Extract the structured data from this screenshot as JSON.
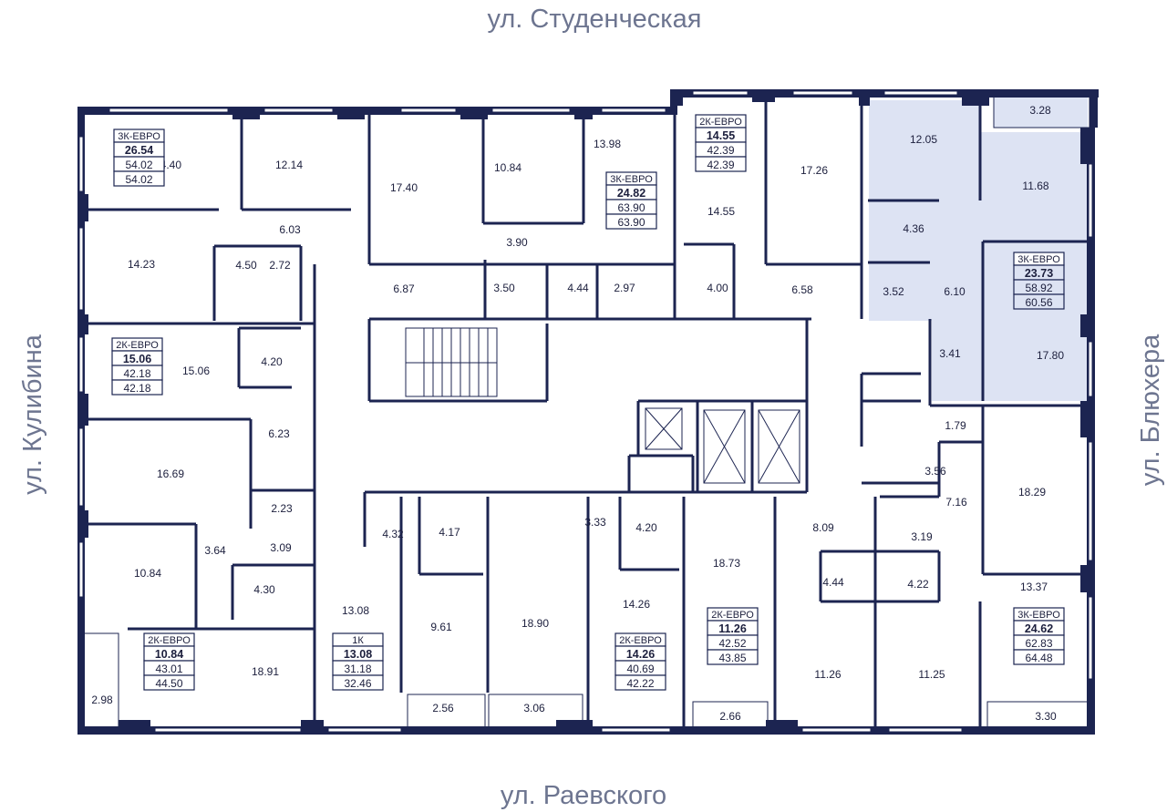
{
  "streets": {
    "top": "ул. Студенческая",
    "bottom": "ул. Раевского",
    "left": "ул. Кулибина",
    "right": "ул. Блюхера"
  },
  "colors": {
    "wall": "#1c2451",
    "highlight": "#dde3f3",
    "street_text": "#6d7590"
  },
  "apartments": [
    {
      "type": "3К-ЕВРО",
      "living": "26.54",
      "total": "54.02",
      "total2": "54.02",
      "highlighted": false
    },
    {
      "type": "2К-ЕВРО",
      "living": "15.06",
      "total": "42.18",
      "total2": "42.18",
      "highlighted": false
    },
    {
      "type": "2К-ЕВРО",
      "living": "10.84",
      "total": "43.01",
      "total2": "44.50",
      "highlighted": false
    },
    {
      "type": "1К",
      "living": "13.08",
      "total": "31.18",
      "total2": "32.46",
      "highlighted": false
    },
    {
      "type": "2К-ЕВРО",
      "living": "14.26",
      "total": "40.69",
      "total2": "42.22",
      "highlighted": false
    },
    {
      "type": "2К-ЕВРО",
      "living": "11.26",
      "total": "42.52",
      "total2": "43.85",
      "highlighted": false
    },
    {
      "type": "3К-ЕВРО",
      "living": "24.62",
      "total": "62.83",
      "total2": "64.48",
      "highlighted": false
    },
    {
      "type": "3К-ЕВРО",
      "living": "24.82",
      "total": "63.90",
      "total2": "63.90",
      "highlighted": false
    },
    {
      "type": "2К-ЕВРО",
      "living": "14.55",
      "total": "42.39",
      "total2": "42.39",
      "highlighted": false
    },
    {
      "type": "3К-ЕВРО",
      "living": "23.73",
      "total": "58.92",
      "total2": "60.56",
      "highlighted": true
    }
  ],
  "rooms": [
    "14.40",
    "12.14",
    "17.40",
    "10.84",
    "13.98",
    "14.55",
    "17.26",
    "12.05",
    "3.28",
    "11.68",
    "14.23",
    "4.50",
    "2.72",
    "6.03",
    "6.87",
    "3.90",
    "3.50",
    "4.44",
    "2.97",
    "4.00",
    "6.58",
    "4.36",
    "3.52",
    "6.10",
    "15.06",
    "4.20",
    "17.80",
    "3.41",
    "6.23",
    "1.79",
    "16.69",
    "2.23",
    "3.56",
    "7.16",
    "18.29",
    "3.64",
    "3.09",
    "10.84",
    "4.30",
    "4.32",
    "4.17",
    "3.33",
    "4.20",
    "8.09",
    "3.19",
    "18.73",
    "4.44",
    "4.22",
    "13.08",
    "9.61",
    "18.90",
    "14.26",
    "13.37",
    "18.91",
    "11.26",
    "11.25",
    "2.98",
    "2.56",
    "3.06",
    "2.66",
    "3.30"
  ]
}
